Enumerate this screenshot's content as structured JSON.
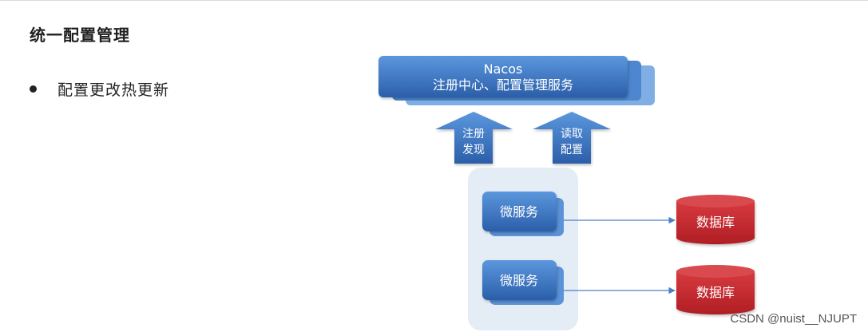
{
  "title": "统一配置管理",
  "bullet": "配置更改热更新",
  "diagram": {
    "nacos": {
      "line1": "Nacos",
      "line2": "注册中心、配置管理服务"
    },
    "arrow_register": {
      "line1": "注册",
      "line2": "发现"
    },
    "arrow_config": {
      "line1": "读取",
      "line2": "配置"
    },
    "services": [
      {
        "label": "微服务"
      },
      {
        "label": "微服务"
      }
    ],
    "databases": [
      {
        "label": "数据库"
      },
      {
        "label": "数据库"
      }
    ]
  },
  "watermark": "CSDN @nuist__NJUPT",
  "colors": {
    "blue_dark": "#2f66b6",
    "blue_light": "#4f8bd6",
    "db_red": "#c0262d",
    "group_bg": "#e4ecf6"
  }
}
